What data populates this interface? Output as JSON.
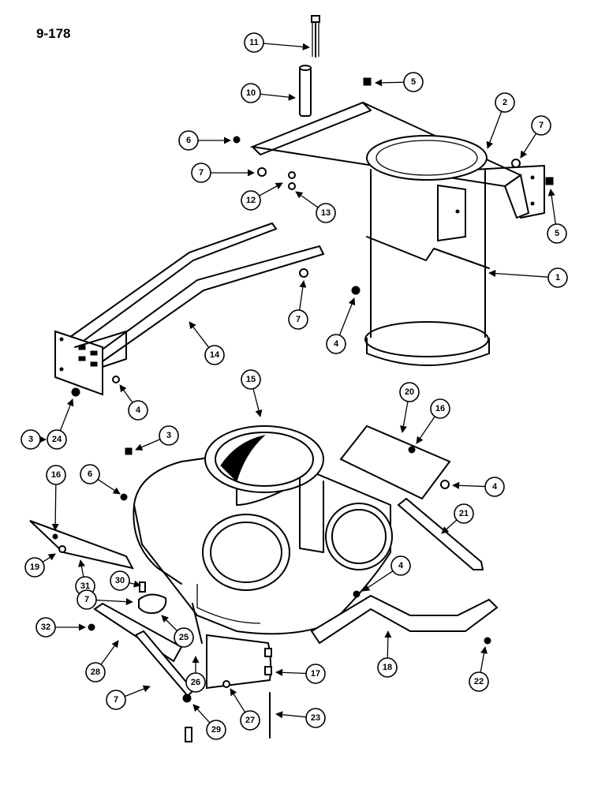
{
  "page_number": "9-178",
  "callouts": [
    "11",
    "10",
    "5",
    "6",
    "2",
    "7",
    "7",
    "12",
    "13",
    "5",
    "1",
    "7",
    "4",
    "14",
    "4",
    "3",
    "24",
    "15",
    "20",
    "16",
    "3",
    "6",
    "16",
    "4",
    "21",
    "4",
    "19",
    "31",
    "30",
    "7",
    "32",
    "25",
    "28",
    "26",
    "17",
    "18",
    "22",
    "7",
    "29",
    "27",
    "23"
  ]
}
